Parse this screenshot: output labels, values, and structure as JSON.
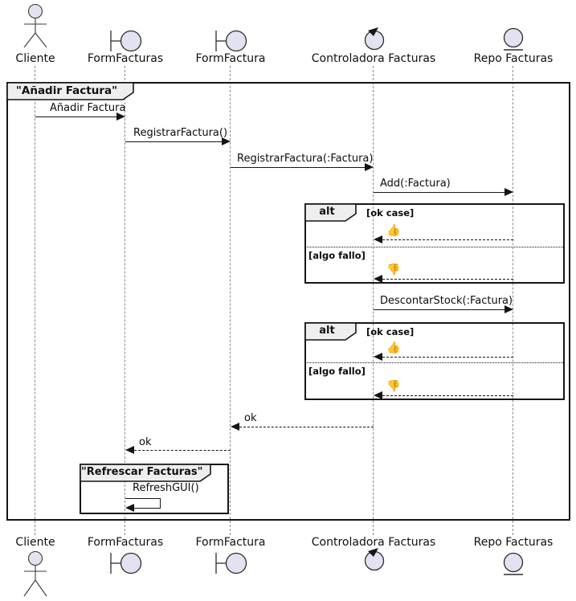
{
  "colors": {
    "participant_fill": "#E2E2F0",
    "border": "#181818",
    "frame_label_bg": "#EEEEEE",
    "lifeline": "#8A8A8A"
  },
  "participants": [
    {
      "name": "Cliente",
      "kind": "actor"
    },
    {
      "name": "FormFacturas",
      "kind": "boundary"
    },
    {
      "name": "FormFactura",
      "kind": "boundary"
    },
    {
      "name": "Controladora Facturas",
      "kind": "control"
    },
    {
      "name": "Repo Facturas",
      "kind": "entity"
    }
  ],
  "main_frame": {
    "title": "\"Añadir Factura\""
  },
  "messages": {
    "m1": "Añadir Factura",
    "m2": "RegistrarFactura()",
    "m3": "RegistrarFactura(:Factura)",
    "m4": "Add(:Factura)",
    "m5": "DescontarStock(:Factura)",
    "ok1": "ok",
    "ok2": "ok",
    "self": "RefreshGUI()"
  },
  "alt_fragments": [
    {
      "operator": "alt",
      "guard_ok": "[ok case]",
      "reply_ok": "👍",
      "guard_fail": "[algo fallo]",
      "reply_fail": "👎"
    },
    {
      "operator": "alt",
      "guard_ok": "[ok case]",
      "reply_ok": "👍",
      "guard_fail": "[algo fallo]",
      "reply_fail": "👎"
    }
  ],
  "refresh_frame": {
    "title": "\"Refrescar Facturas\""
  }
}
